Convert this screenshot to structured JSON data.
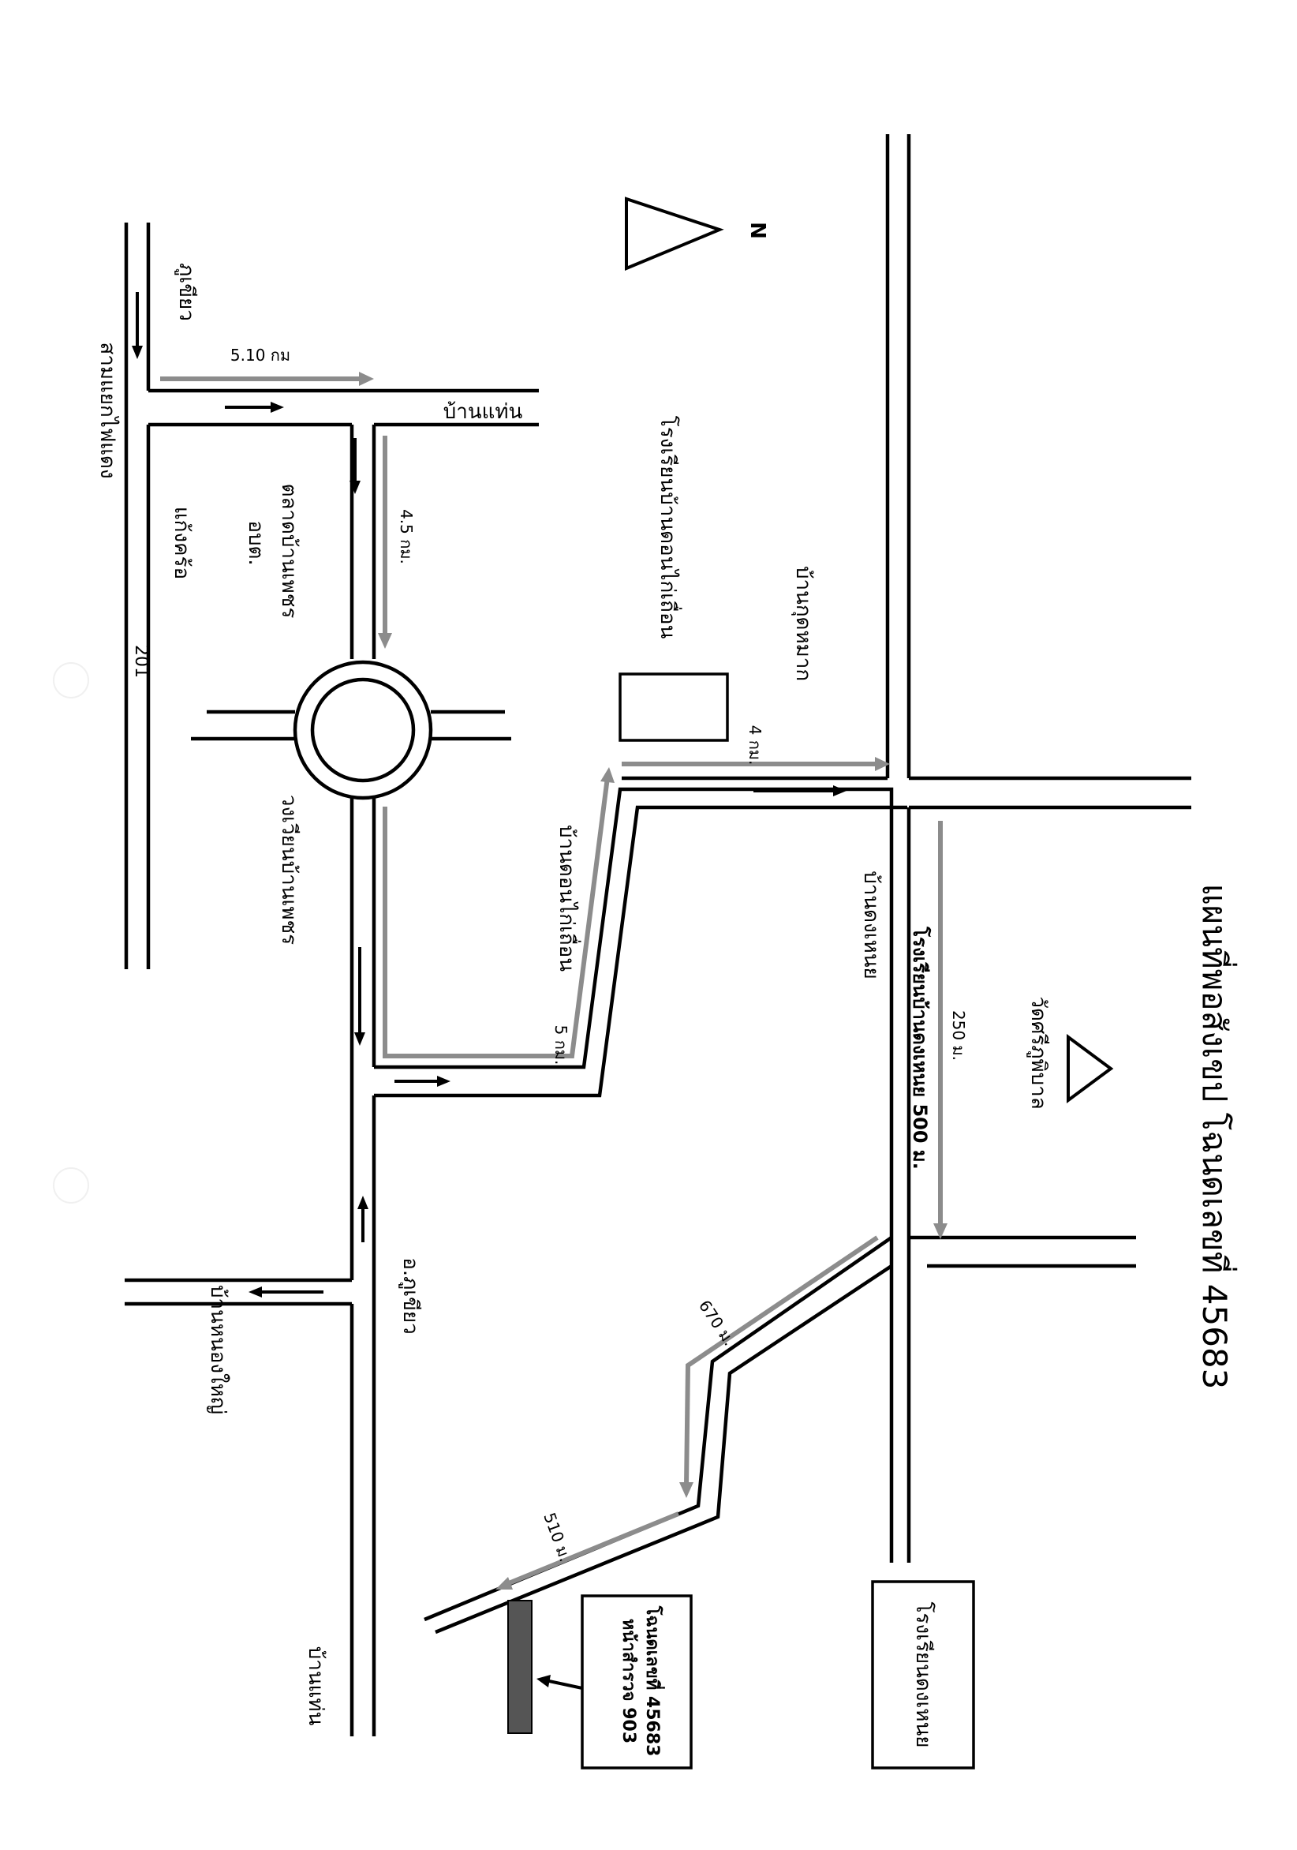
{
  "title": "แผนที่พอสังเขป โฉนดเลขที่ 45683",
  "north": "N",
  "labels": {
    "sam_yaek": "สามแยกไฟแดง",
    "phu_khiao_top": "ภูเขียว",
    "d_510km": "5.10 กม",
    "ban_haen_top": "บ้านแท่น",
    "talad_ban_phet": "ตลาดบ้านเพชร",
    "obt": "อบต.",
    "kaeng_khro": "แก้งคร้อ",
    "hwy_201": "201",
    "d_4_5km": "4.5 กม.",
    "school_don_kai_thuean": "โรงเรียนบ้านดอนไก่เถื่อน",
    "ban_kut_mak": "บ้านกุดหมาก",
    "d_4km": "4 กม.",
    "school_ban_phet": "วงเวียนบ้านเพชร",
    "ban_don_kai_thuean": "บ้านดอนไก่เถื่อน",
    "d_5km": "5 กม.",
    "ban_don_haeng": "บ้านดงเหนย",
    "school_don_haeng_500": "โรงเรียนบ้านดงเหนย 500 ม.",
    "d_250m": "250 ม.",
    "wat": "วัดศรีภูพิบาล",
    "amphoe_phu_khiao": "อ.ภูเขียว",
    "ban_nong_yai": "บ้านหนองใหญ่",
    "d_670m": "670 ม.",
    "d_510m": "510 ม.",
    "ban_haen_bottom": "บ้านแท่น",
    "exam_line1": "โฉนดเลขที่ 45683",
    "exam_line2": "หน้าสำรวจ 903",
    "school_don_haeng_box": "โรงเรียนดงเหนย"
  }
}
